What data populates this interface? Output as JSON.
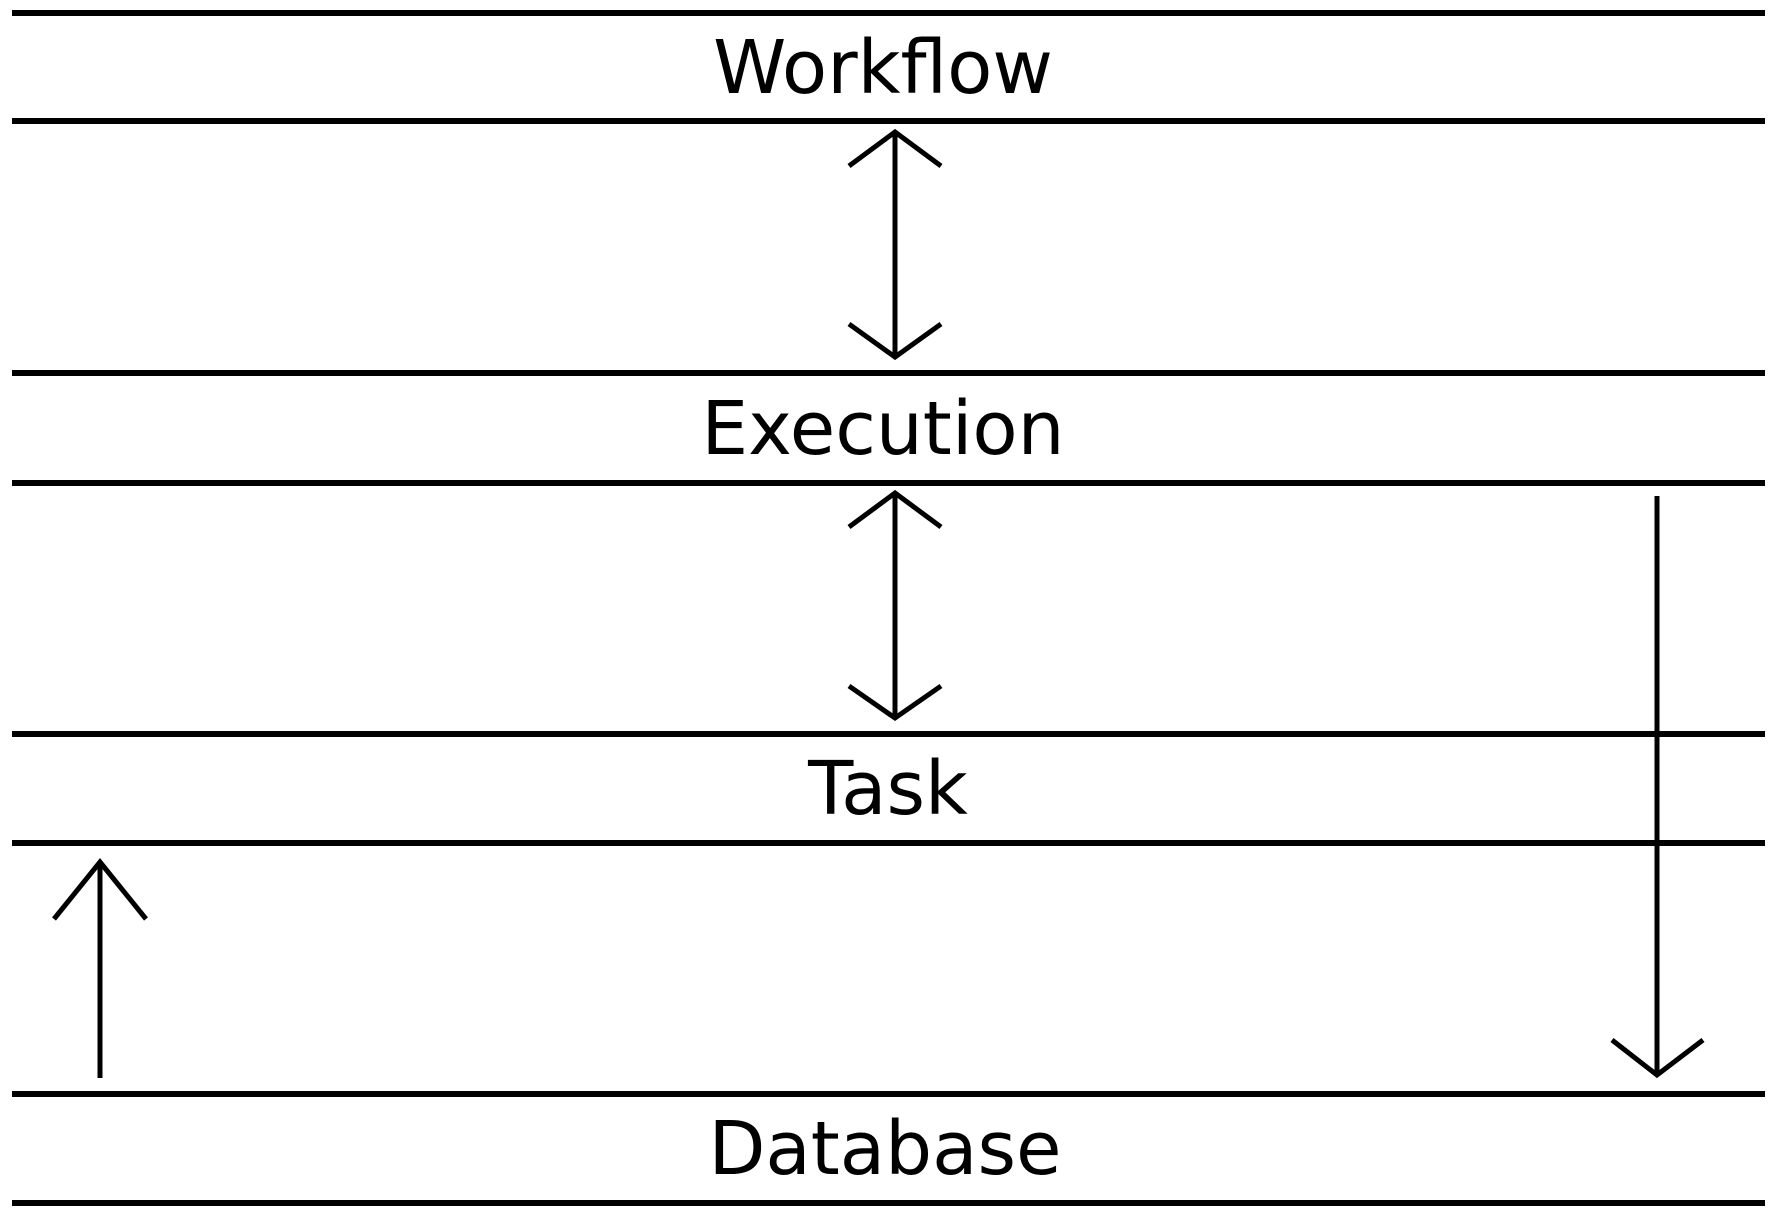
{
  "layers": {
    "workflow": "Workflow",
    "execution": "Execution",
    "task": "Task",
    "database": "Database"
  },
  "colors": {
    "stroke": "#000000",
    "background": "#ffffff"
  }
}
